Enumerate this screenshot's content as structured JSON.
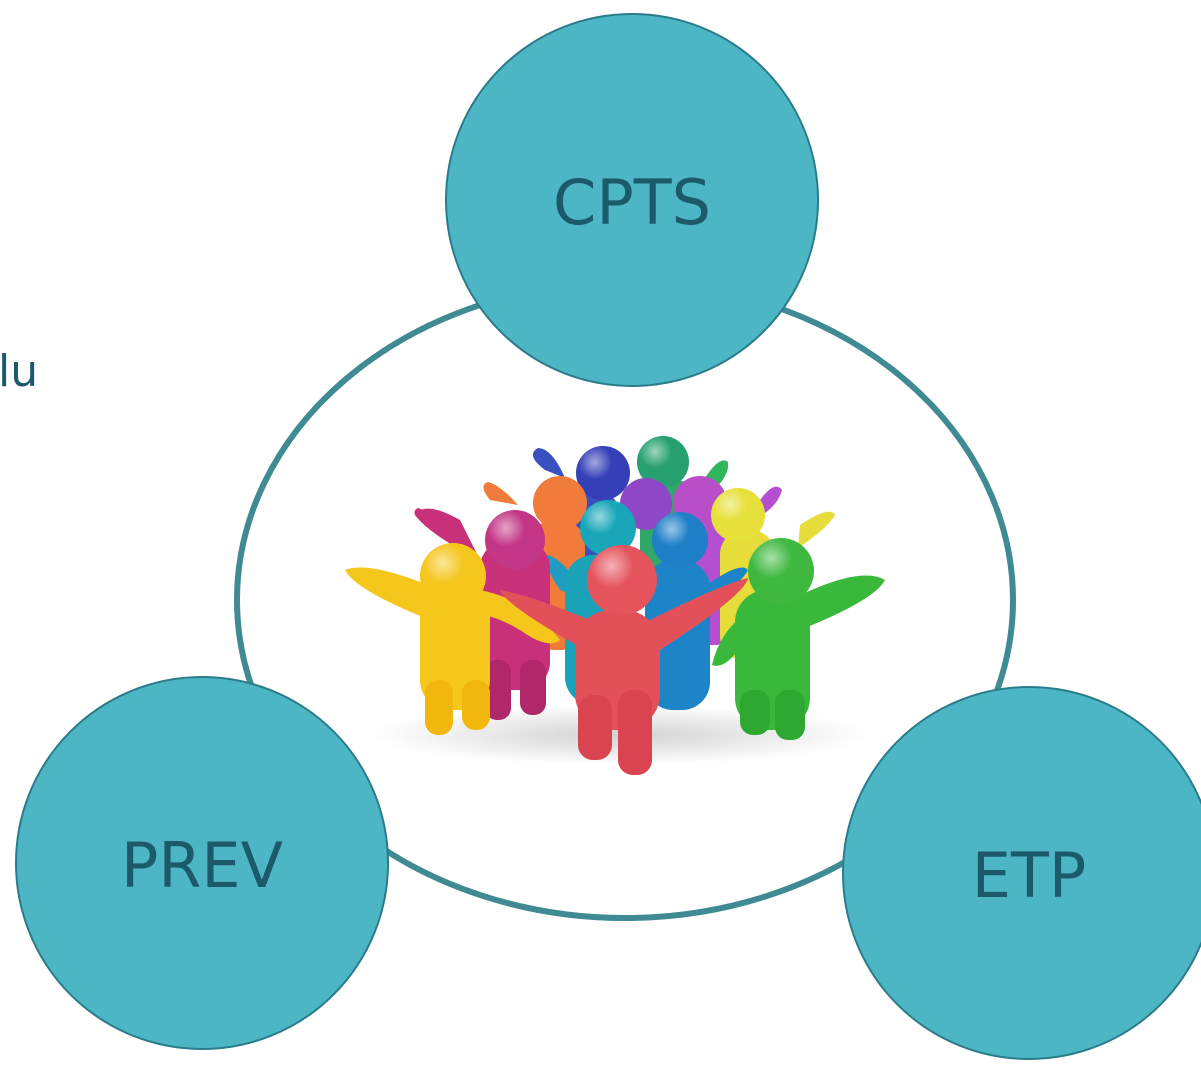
{
  "slide": {
    "partial_text": "lu"
  },
  "diagram": {
    "nodes": [
      {
        "id": "top",
        "label": "CPTS"
      },
      {
        "id": "bottom-left",
        "label": "PREV"
      },
      {
        "id": "bottom-right",
        "label": "ETP"
      }
    ],
    "center_image": "colorful-clay-people-group",
    "colors": {
      "node_fill": "#4db6c4",
      "node_stroke": "#2b7c8a",
      "ring_stroke": "#3f8a93",
      "label_color": "#1c5a6b"
    }
  }
}
